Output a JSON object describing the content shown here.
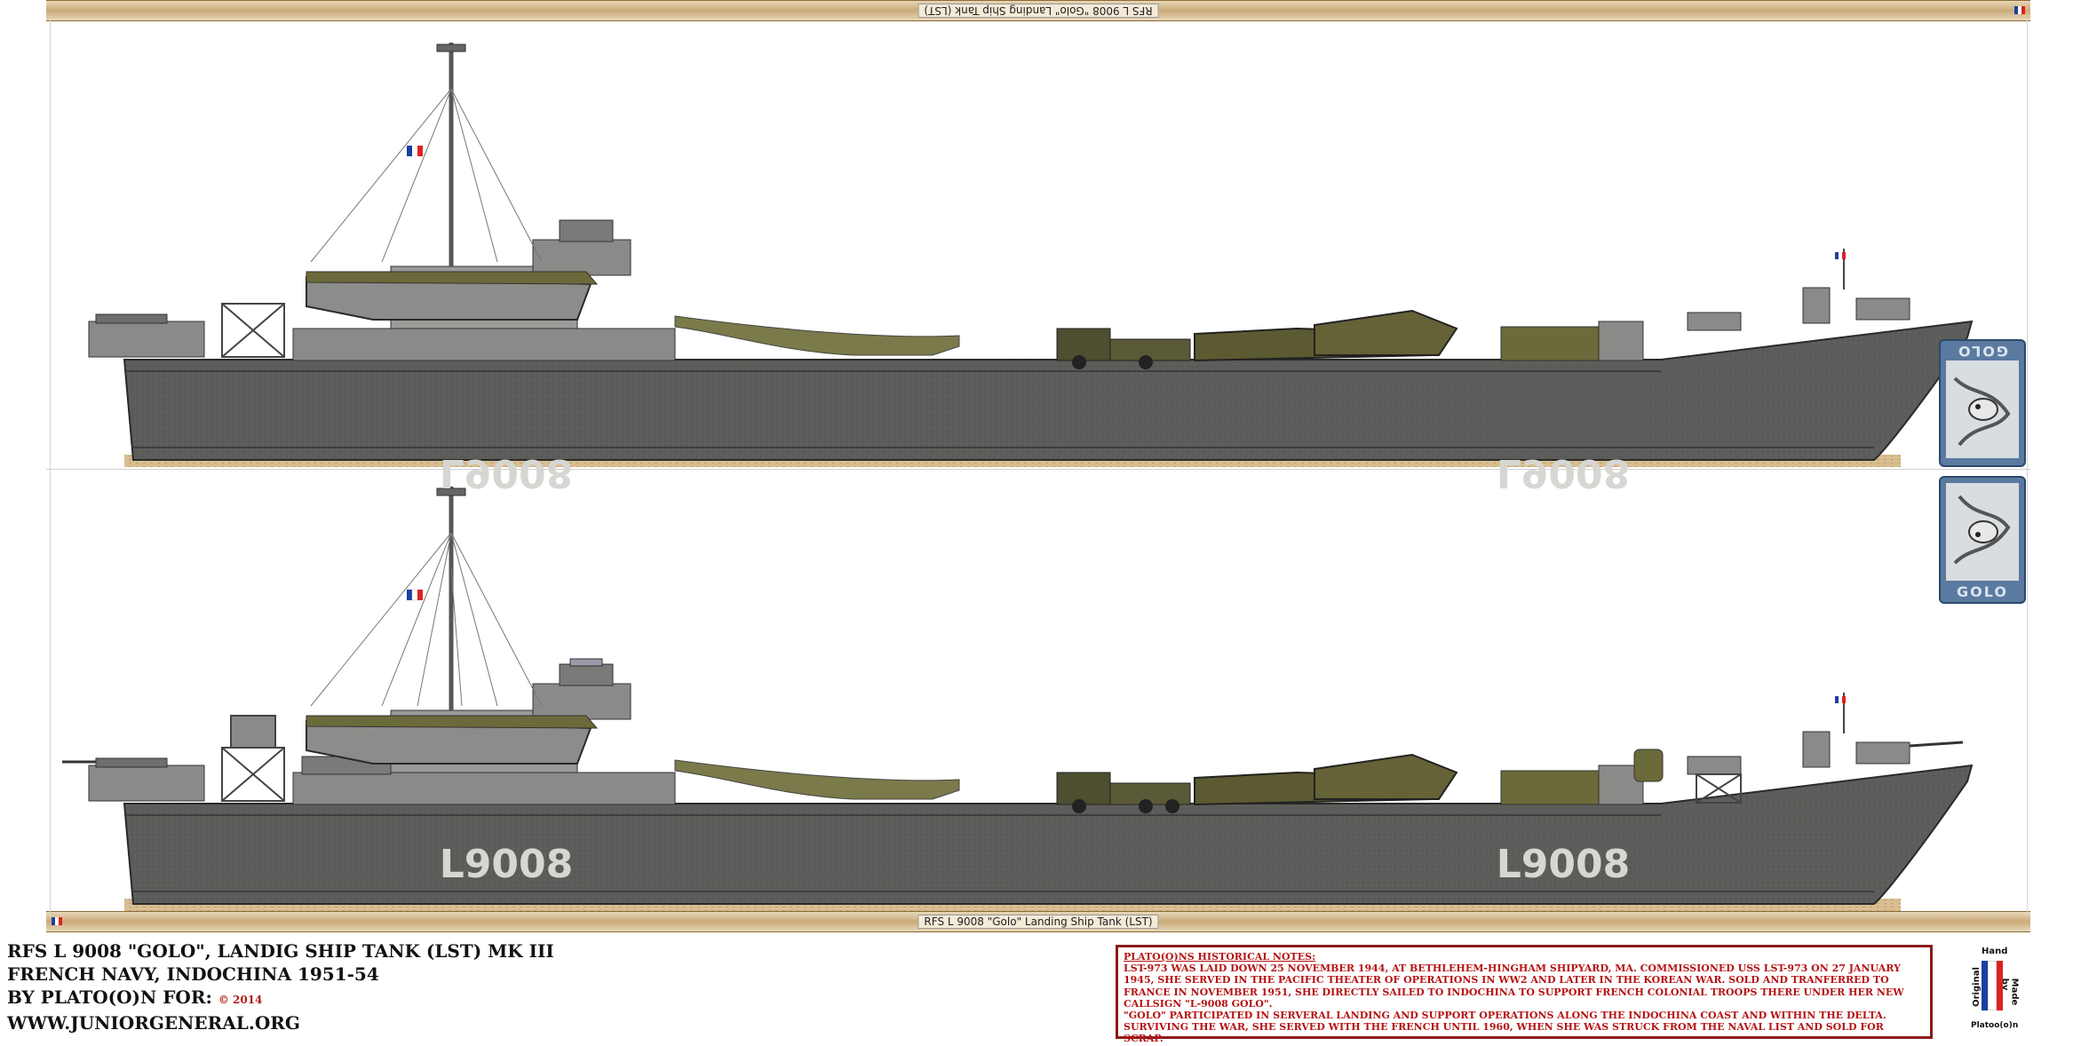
{
  "strip_top_label": "RFS L 9008 \"Golo\" Landing Ship Tank (LST)",
  "strip_bottom_label": "RFS L 9008 \"Golo\" Landing Ship Tank (LST)",
  "hull_number_top_left": "L9008",
  "hull_number_top_right": "L9008",
  "hull_number_bottom_left": "L9008",
  "hull_number_bottom_right": "L9008",
  "insignia_top_word": "GOLO",
  "insignia_bottom_word": "GOLO",
  "title": {
    "line1": "RFS L 9008 \"GOLO\", LANDIG SHIP TANK (LST) MK III",
    "line2": "FRENCH NAVY, INDOCHINA 1951-54",
    "line3_prefix": "BY PLATO(O)N FOR:",
    "line3_copyright": "© 2014",
    "line4": "WWW.JUNIORGENERAL.ORG"
  },
  "notes": {
    "heading": "PLATO(O)NS HISTORICAL NOTES:",
    "p1": "LST-973 WAS LAID DOWN 25 NOVEMBER 1944, AT BETHLEHEM-HINGHAM SHIPYARD, MA. COMMISSIONED USS LST-973 ON 27 JANUARY 1945, SHE SERVED IN THE PACIFIC THEATER OF OPERATIONS IN WW2 AND LATER IN THE KOREAN WAR. SOLD AND TRANFERRED TO FRANCE IN NOVEMBER 1951, SHE DIRECTLY SAILED TO INDOCHINA TO SUPPORT FRENCH COLONIAL TROOPS THERE UNDER HER NEW CALLSIGN \"L-9008 GOLO\".",
    "p2": "\"GOLO\" PARTICIPATED IN SERVERAL LANDING AND SUPPORT OPERATIONS ALONG THE INDOCHINA COAST AND WITHIN THE DELTA.",
    "p3": "SURVIVING THE WAR, SHE SERVED WITH THE FRENCH UNTIL 1960, WHEN SHE WAS STRUCK FROM THE NAVAL LIST AND SOLD FOR SCRAP."
  },
  "badge": {
    "top": "Hand",
    "left_top": "Original",
    "right_top": "Made by",
    "bottom": "Platoo(o)n"
  },
  "colors": {
    "hull": "#5c5c5a",
    "deck_gray": "#8a8a88",
    "olive": "#6b6a3a",
    "sand": "#cdb086",
    "note_red": "#b51212",
    "insignia_blue": "#5a7aa0"
  }
}
